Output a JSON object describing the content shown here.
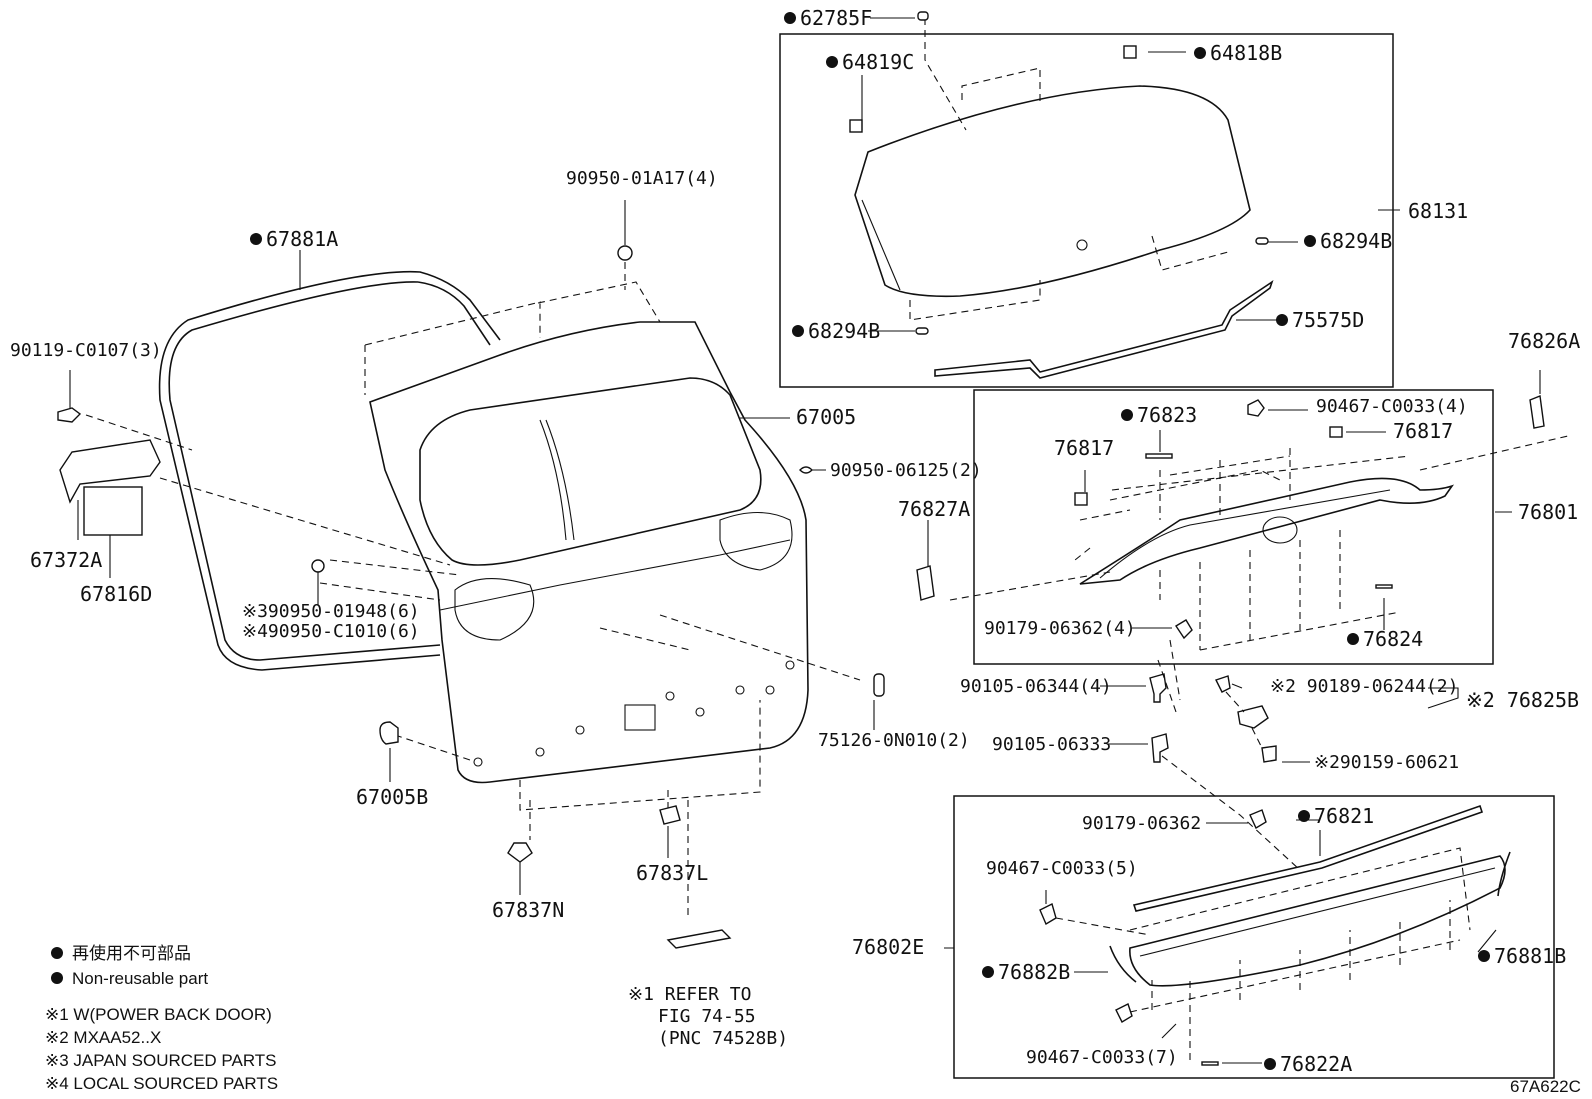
{
  "labels": {
    "p62785F": "62785F",
    "p64819C": "64819C",
    "p64818B": "64818B",
    "p68131": "68131",
    "p68294B_r": "68294B",
    "p68294B_l": "68294B",
    "p75575D": "75575D",
    "p90950_01A17": "90950-01A17(4)",
    "p67881A": "67881A",
    "p90119": "90119-C0107(3)",
    "p67005": "67005",
    "p90950_06125": "90950-06125(2)",
    "p67372A": "67372A",
    "p67816D": "67816D",
    "p90950_01948": "※390950-01948(6)",
    "p90950_C1010": "※490950-C1010(6)",
    "p67005B": "67005B",
    "p75126": "75126-0N010(2)",
    "p67837N": "67837N",
    "p67837L": "67837L",
    "p76826A": "76826A",
    "p76823": "76823",
    "p90467_4": "90467-C0033(4)",
    "p76817_r": "76817",
    "p76817_l": "76817",
    "p76827A": "76827A",
    "p76801": "76801",
    "p90179_4": "90179-06362(4)",
    "p76824": "76824",
    "p90105_4": "90105-06344(4)",
    "p90189": "※2 90189-06244(2)",
    "p76825B": "※2 76825B",
    "p90159": "※290159-60621",
    "p90105_1": "90105-06333",
    "p90179_1": "90179-06362",
    "p76821": "76821",
    "p90467_5": "90467-C0033(5)",
    "p76802E": "76802E",
    "p76882B": "76882B",
    "p76881B": "76881B",
    "p90467_7": "90467-C0033(7)",
    "p76822A": "76822A",
    "ref1": "※1 REFER TO",
    "ref2": "FIG 74-55",
    "ref3": "(PNC 74528B)"
  },
  "legend": {
    "line_jp": "再使用不可部品",
    "line_en": "Non-reusable part",
    "note1": "※1 W(POWER BACK DOOR)",
    "note2": "※2 MXAA52..X",
    "note3": "※3 JAPAN SOURCED PARTS",
    "note4": "※4 LOCAL SOURCED PARTS"
  },
  "figure_id": "67A622C"
}
